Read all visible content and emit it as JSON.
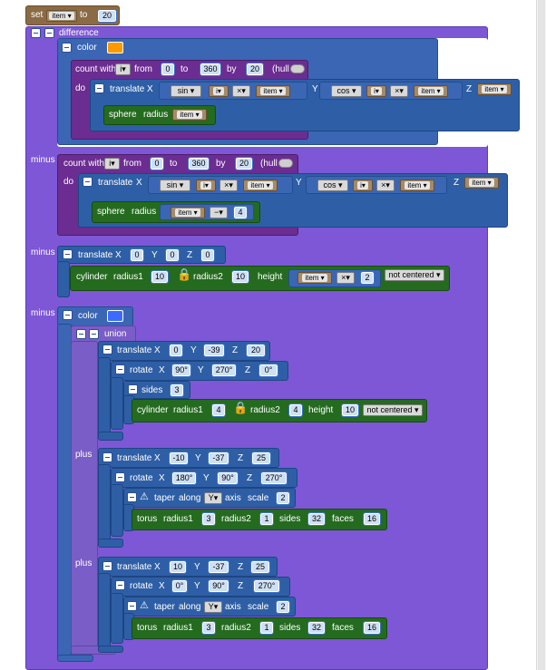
{
  "colors": {
    "orange": "#ff9900",
    "blue_swatch": "#3d6bff"
  },
  "icons": {
    "minus": "minus-icon",
    "lock": "lock-icon",
    "warning": "warning-icon",
    "chevron": "chevron-down-icon"
  },
  "set": {
    "label": "set",
    "var": "item",
    "to": "to",
    "value": "20"
  },
  "diff": {
    "label": "difference",
    "color_label": "color",
    "count1": {
      "label": "count with",
      "var": "i",
      "from": "from",
      "from_v": "0",
      "to": "to",
      "to_v": "360",
      "by": "by",
      "by_v": "20",
      "hull": "(hull",
      "do": "do"
    },
    "translate1": {
      "label": "translate",
      "x": "X",
      "fn1": "sin",
      "v1": "i",
      "op1": "×",
      "v2": "item",
      "y": "Y",
      "fn2": "cos",
      "v3": "i",
      "op2": "×",
      "v4": "item",
      "z": "Z",
      "v5": "item"
    },
    "sphere1": {
      "label": "sphere",
      "radius": "radius",
      "v": "item"
    },
    "minus_label": "minus",
    "count2": {
      "label": "count with",
      "var": "i",
      "from": "from",
      "from_v": "0",
      "to": "to",
      "to_v": "360",
      "by": "by",
      "by_v": "20",
      "hull": "(hull",
      "do": "do"
    },
    "translate2": {
      "label": "translate",
      "x": "X",
      "fn1": "sin",
      "v1": "i",
      "op1": "×",
      "v2": "item",
      "y": "Y",
      "fn2": "cos",
      "v3": "i",
      "op2": "×",
      "v4": "item",
      "z": "Z",
      "v5": "item"
    },
    "sphere2": {
      "label": "sphere",
      "radius": "radius",
      "v": "item",
      "op": "−",
      "n": "4"
    },
    "translate3": {
      "label": "translate",
      "x": "X",
      "xv": "0",
      "y": "Y",
      "yv": "0",
      "z": "Z",
      "zv": "0"
    },
    "cyl1": {
      "label": "cylinder",
      "r1": "radius1",
      "r1v": "10",
      "r2": "radius2",
      "r2v": "10",
      "h": "height",
      "hv_var": "item",
      "hv_op": "×",
      "hv_n": "2",
      "center": "not centered"
    },
    "color2_label": "color",
    "union": {
      "label": "union",
      "t4": {
        "label": "translate",
        "x": "X",
        "xv": "0",
        "y": "Y",
        "yv": "-39",
        "z": "Z",
        "zv": "20"
      },
      "r4": {
        "label": "rotate",
        "x": "X",
        "xv": "90°",
        "y": "Y",
        "yv": "270°",
        "z": "Z",
        "zv": "0°"
      },
      "sides": {
        "label": "sides",
        "v": "3"
      },
      "cyl2": {
        "label": "cylinder",
        "r1": "radius1",
        "r1v": "4",
        "r2": "radius2",
        "r2v": "4",
        "h": "height",
        "hv": "10",
        "center": "not centered"
      },
      "plus1": "plus",
      "t5": {
        "label": "translate",
        "x": "X",
        "xv": "-10",
        "y": "Y",
        "yv": "-37",
        "z": "Z",
        "zv": "25"
      },
      "r5": {
        "label": "rotate",
        "x": "X",
        "xv": "180°",
        "y": "Y",
        "yv": "90°",
        "z": "Z",
        "zv": "270°"
      },
      "taper1": {
        "label": "taper",
        "along": "along",
        "axis_v": "Y",
        "axis": "axis",
        "scale": "scale",
        "v": "2"
      },
      "torus1": {
        "label": "torus",
        "r1": "radius1",
        "r1v": "3",
        "r2": "radius2",
        "r2v": "1",
        "s": "sides",
        "sv": "32",
        "f": "faces",
        "fv": "16"
      },
      "plus2": "plus",
      "t6": {
        "label": "translate",
        "x": "X",
        "xv": "10",
        "y": "Y",
        "yv": "-37",
        "z": "Z",
        "zv": "25"
      },
      "r6": {
        "label": "rotate",
        "x": "X",
        "xv": "0°",
        "y": "Y",
        "yv": "90°",
        "z": "Z",
        "zv": "270°"
      },
      "taper2": {
        "label": "taper",
        "along": "along",
        "axis_v": "Y",
        "axis": "axis",
        "scale": "scale",
        "v": "2"
      },
      "torus2": {
        "label": "torus",
        "r1": "radius1",
        "r1v": "3",
        "r2": "radius2",
        "r2v": "1",
        "s": "sides",
        "sv": "32",
        "f": "faces",
        "fv": "16"
      }
    }
  }
}
